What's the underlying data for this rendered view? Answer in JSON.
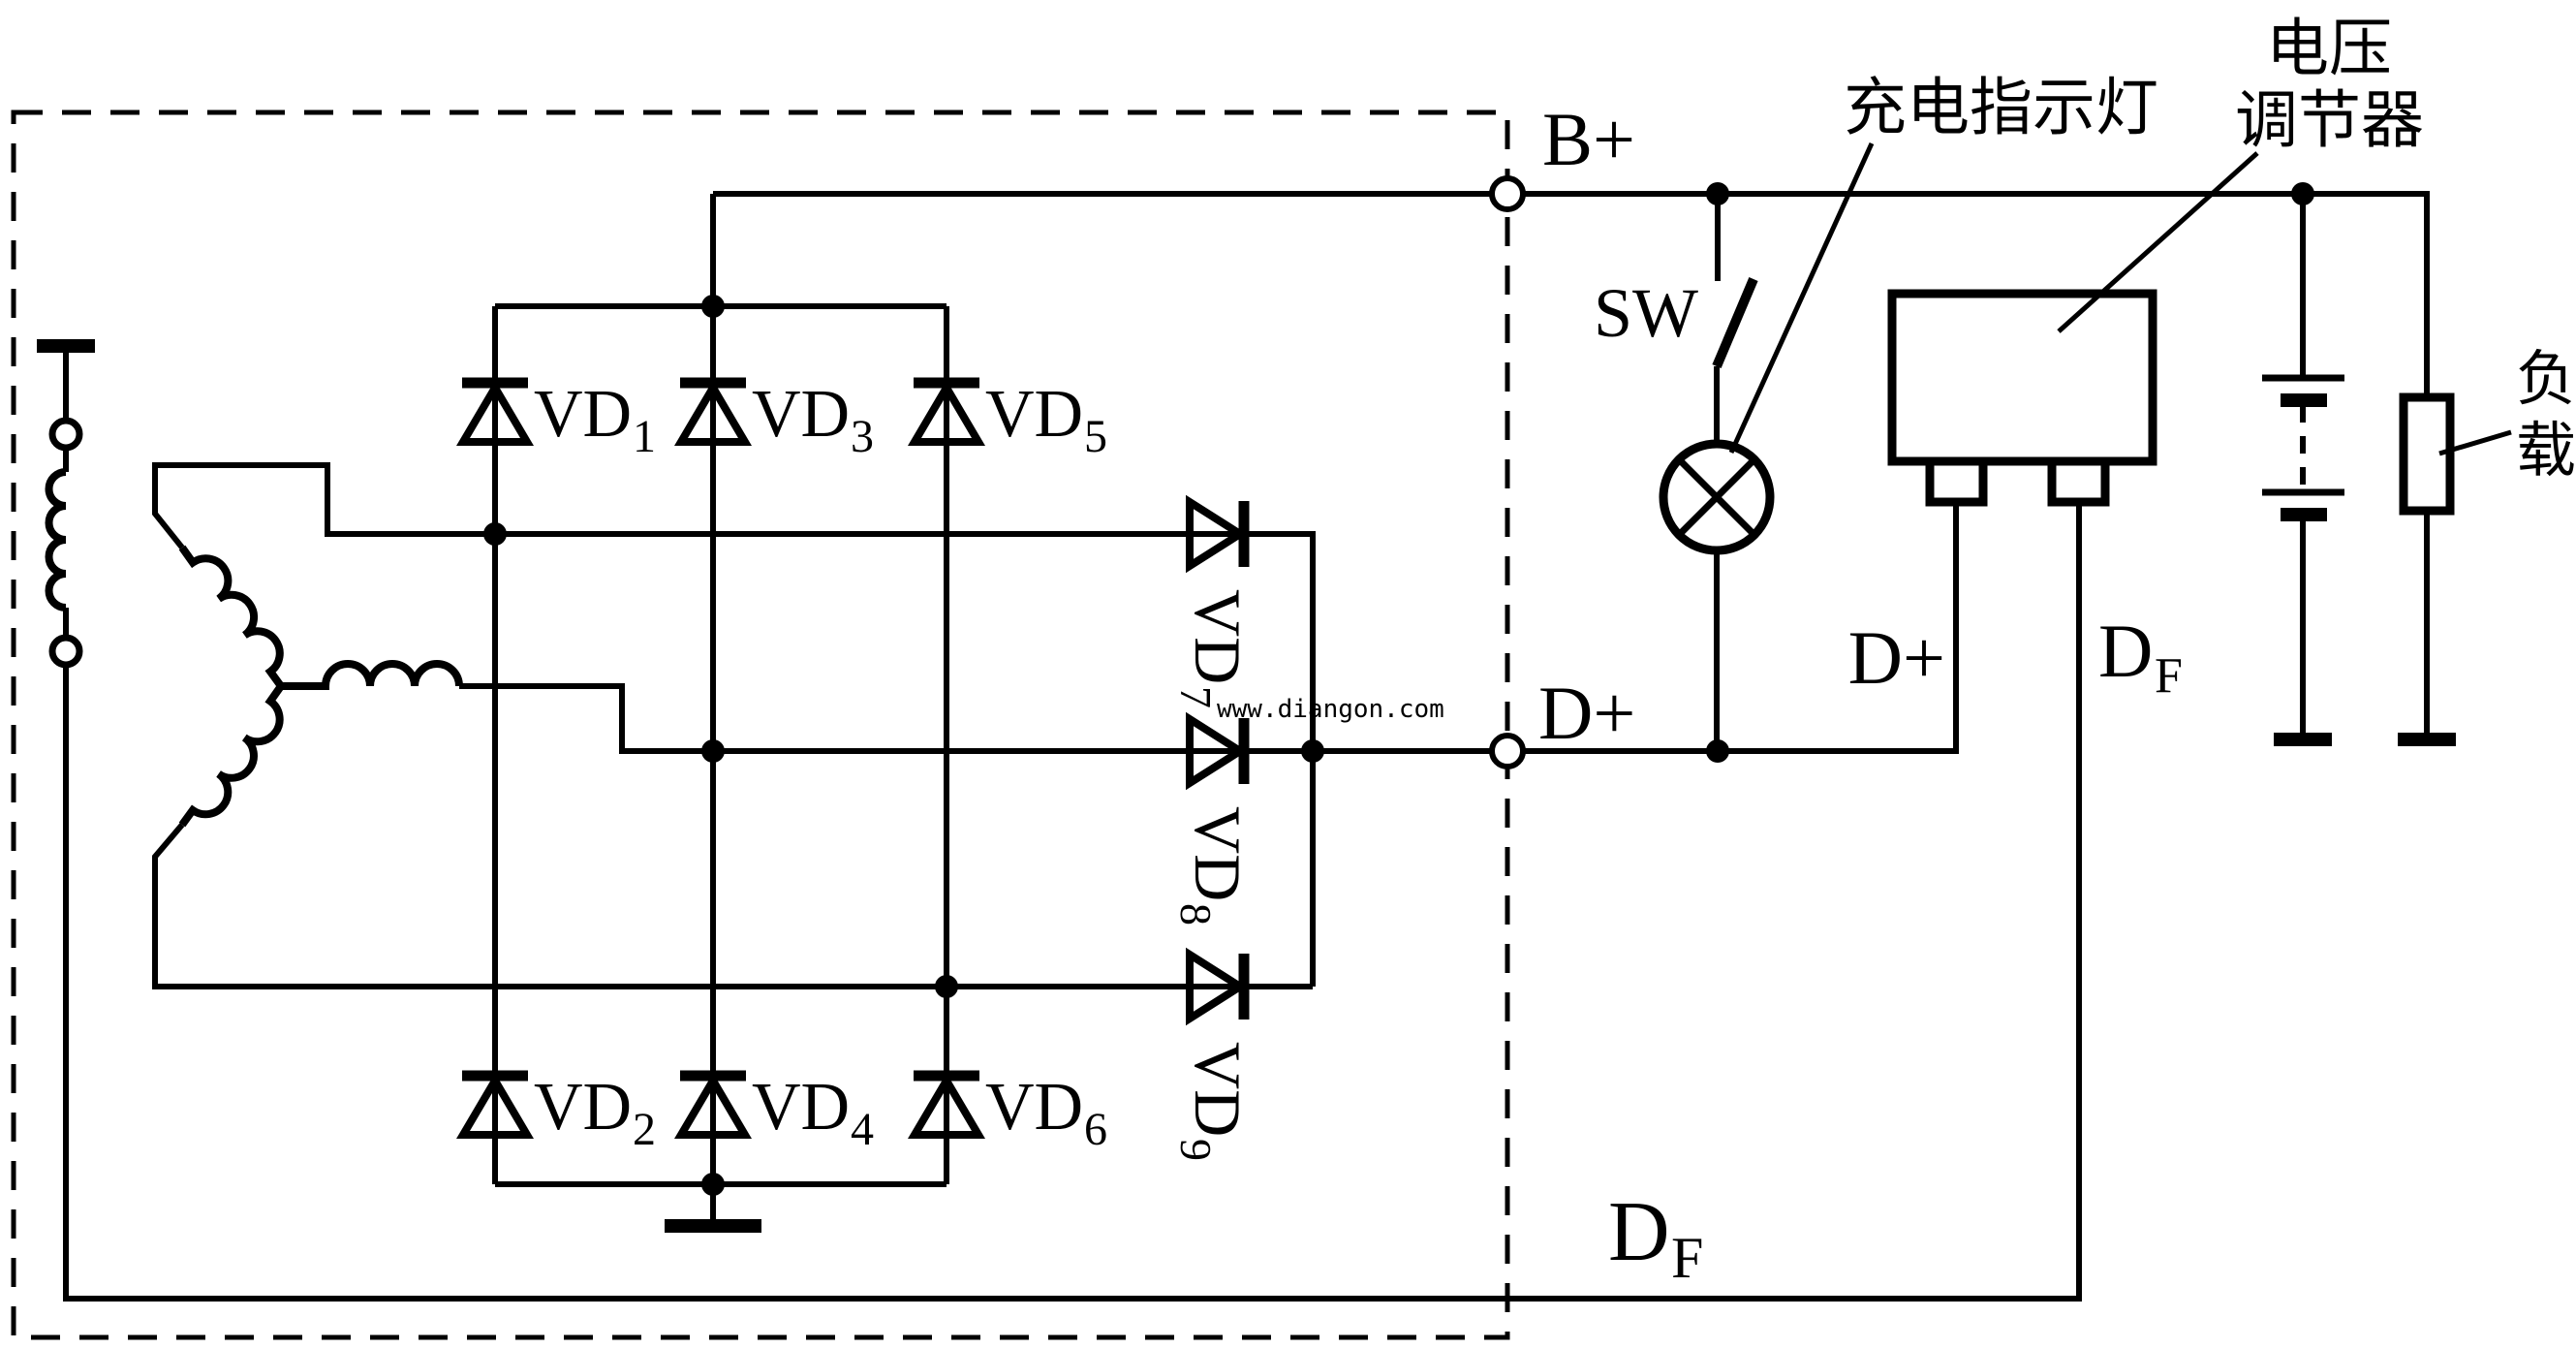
{
  "colors": {
    "ink": "#000000",
    "paper": "#ffffff",
    "watermark_green": "#00a33b"
  },
  "labels": {
    "terminal_b_plus": "B+",
    "terminal_d_plus": "D+",
    "switch": "SW",
    "charge_indicator_lamp": "充电指示灯",
    "voltage_regulator_line1": "电压",
    "voltage_regulator_line2": "调节器",
    "load_char1": "负",
    "load_char2": "载",
    "regulator_pin_d_plus": "D+",
    "regulator_pin_df_base": "D",
    "regulator_pin_df_sub": "F",
    "df_bus_base": "D",
    "df_bus_sub": "F",
    "watermark": "www.diangon.com"
  },
  "diodes": {
    "items": [
      {
        "base": "VD",
        "sub": "1"
      },
      {
        "base": "VD",
        "sub": "2"
      },
      {
        "base": "VD",
        "sub": "3"
      },
      {
        "base": "VD",
        "sub": "4"
      },
      {
        "base": "VD",
        "sub": "5"
      },
      {
        "base": "VD",
        "sub": "6"
      },
      {
        "base": "VD",
        "sub": "7"
      },
      {
        "base": "VD",
        "sub": "8"
      },
      {
        "base": "VD",
        "sub": "9"
      }
    ]
  }
}
